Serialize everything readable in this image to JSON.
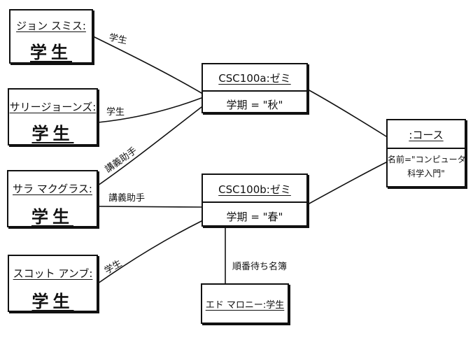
{
  "objects": {
    "john": {
      "name": "ジョン スミス:",
      "class": "学生"
    },
    "sally": {
      "name": "サリージョーンズ:",
      "class": "学生"
    },
    "sarah": {
      "name": "サラ マクグラス:",
      "class": "学生"
    },
    "scott": {
      "name": "スコット アンブ:",
      "class": "学生"
    },
    "seminar_a": {
      "name": "CSC100a:ゼミ",
      "attribute": "学期 = \"秋\""
    },
    "seminar_b": {
      "name": "CSC100b:ゼミ",
      "attribute": "学期 = \"春\""
    },
    "course": {
      "name": ":コース",
      "attribute_line1": "名前=\"コンピュータ",
      "attribute_line2": "科学入門\""
    },
    "edmonds": {
      "name": "エド マロニー:学生"
    }
  },
  "links": {
    "john_seminar_a": "学生",
    "sally_seminar_a": "学生",
    "sarah_seminar_a": "講義助手",
    "sarah_seminar_b": "講義助手",
    "scott_seminar_b": "学生",
    "seminar_b_edmonds": "順番待ち名簿"
  }
}
